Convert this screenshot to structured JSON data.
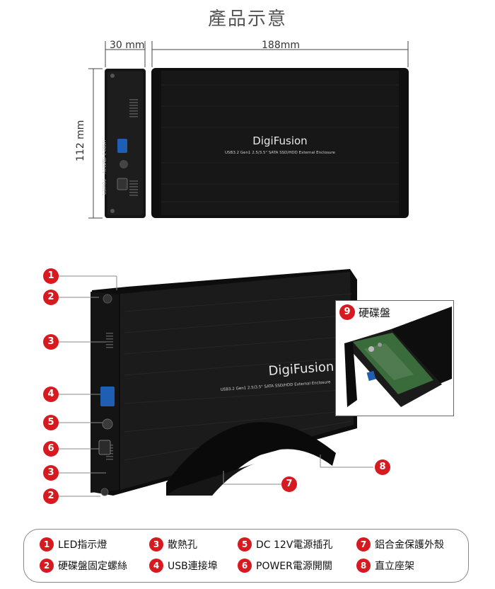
{
  "page": {
    "title": "產品示意"
  },
  "dimensions": {
    "depth": "30 mm",
    "length": "188mm",
    "height": "112 mm"
  },
  "product": {
    "brand": "DigiFusion",
    "model_line": "USB3.2 Gen1 2.5/3.5\" SATA SSD/HDD External Enclosure",
    "side_usb": "USB3.2 Gen1",
    "side_dc": "DC12V",
    "side_power": "POWER"
  },
  "inset": {
    "number": "9",
    "label": "硬碟盤"
  },
  "callouts": [
    "1",
    "2",
    "3",
    "4",
    "5",
    "6",
    "3",
    "2",
    "7",
    "8"
  ],
  "legend": [
    {
      "num": "1",
      "label": "LED指示燈"
    },
    {
      "num": "3",
      "label": "散熱孔"
    },
    {
      "num": "5",
      "label": "DC 12V電源插孔"
    },
    {
      "num": "7",
      "label": "鋁合金保護外殼"
    },
    {
      "num": "2",
      "label": "硬碟盤固定螺絲"
    },
    {
      "num": "4",
      "label": "USB連接埠"
    },
    {
      "num": "6",
      "label": "POWER電源開關"
    },
    {
      "num": "8",
      "label": "直立座架"
    }
  ],
  "colors": {
    "callout": "#d71920",
    "enclosure": "#111111",
    "accent_blue": "#1e5fb4"
  }
}
